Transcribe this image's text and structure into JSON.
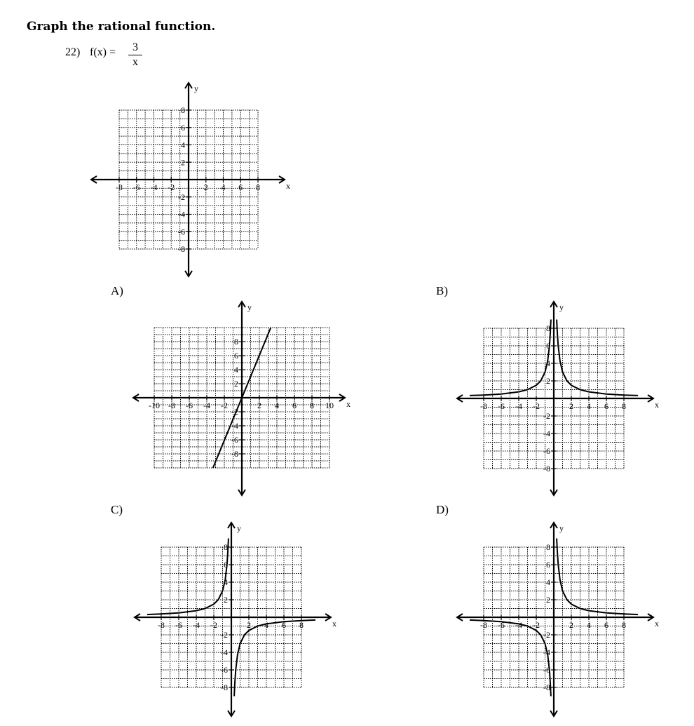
{
  "heading": "Graph the rational function.",
  "question": {
    "number": "22)",
    "function_lhs": "f(x) =",
    "numerator": "3",
    "denominator": "x"
  },
  "options": [
    {
      "label": "A)"
    },
    {
      "label": "B)"
    },
    {
      "label": "C)"
    },
    {
      "label": "D)"
    }
  ],
  "chart_data": [
    {
      "id": "blank",
      "type": "line",
      "xlabel": "x",
      "ylabel": "y",
      "xlim": [
        -8,
        8
      ],
      "ylim": [
        -8,
        8
      ],
      "grid": true,
      "x_ticks": [
        "-8",
        "-6",
        "-4",
        "-2",
        "2",
        "4",
        "6",
        "8"
      ],
      "y_ticks": [
        "8",
        "6",
        "4",
        "2",
        "-2",
        "-4",
        "-6",
        "-8"
      ],
      "series": []
    },
    {
      "id": "A",
      "type": "line",
      "xlabel": "x",
      "ylabel": "y",
      "xlim": [
        -10,
        10
      ],
      "ylim": [
        -10,
        10
      ],
      "grid": true,
      "x_ticks": [
        "-10",
        "-8",
        "-6",
        "-4",
        "-2",
        "2",
        "4",
        "6",
        "8",
        "10"
      ],
      "y_ticks": [
        "8",
        "6",
        "4",
        "2",
        "-2",
        "-4",
        "-6",
        "-8"
      ],
      "series": [
        {
          "x": [
            -3.3,
            3.3
          ],
          "y": [
            -10,
            10
          ]
        }
      ]
    },
    {
      "id": "B",
      "type": "line",
      "xlabel": "x",
      "ylabel": "y",
      "xlim": [
        -8,
        8
      ],
      "ylim": [
        -8,
        8
      ],
      "grid": true,
      "x_ticks": [
        "-8",
        "-6",
        "-4",
        "-2",
        "2",
        "4",
        "6",
        "8"
      ],
      "y_ticks": [
        "8",
        "6",
        "4",
        "2",
        "-2",
        "-4",
        "-6",
        "-8"
      ],
      "series": [
        {
          "x": [
            -9.6,
            -8,
            -6,
            -4,
            -3,
            -2,
            -1.5,
            -1,
            -0.7,
            -0.5,
            -0.4,
            -0.33
          ],
          "y": [
            0.33,
            0.38,
            0.5,
            0.75,
            1,
            1.5,
            2,
            3,
            4.3,
            6,
            7.5,
            9
          ]
        },
        {
          "x": [
            0.33,
            0.4,
            0.5,
            0.7,
            1,
            1.5,
            2,
            3,
            4,
            6,
            8,
            9.6
          ],
          "y": [
            9,
            7.5,
            6,
            4.3,
            3,
            2,
            1.5,
            1,
            0.75,
            0.5,
            0.38,
            0.33
          ]
        }
      ]
    },
    {
      "id": "C",
      "type": "line",
      "xlabel": "x",
      "ylabel": "y",
      "xlim": [
        -8,
        8
      ],
      "ylim": [
        -8,
        8
      ],
      "grid": true,
      "x_ticks": [
        "-8",
        "-6",
        "-4",
        "-2",
        "2",
        "4",
        "6",
        "8"
      ],
      "y_ticks": [
        "8",
        "6",
        "4",
        "2",
        "-2",
        "-4",
        "-6",
        "-8"
      ],
      "series": [
        {
          "x": [
            -9.6,
            -8,
            -6,
            -4,
            -3,
            -2,
            -1.5,
            -1,
            -0.7,
            -0.5,
            -0.4,
            -0.33
          ],
          "y": [
            0.31,
            0.38,
            0.5,
            0.75,
            1,
            1.5,
            2,
            3,
            4.3,
            6,
            7.5,
            9
          ]
        },
        {
          "x": [
            0.33,
            0.4,
            0.5,
            0.7,
            1,
            1.5,
            2,
            3,
            4,
            6,
            8,
            9.6
          ],
          "y": [
            -9,
            -7.5,
            -6,
            -4.3,
            -3,
            -2,
            -1.5,
            -1,
            -0.75,
            -0.5,
            -0.38,
            -0.31
          ]
        }
      ]
    },
    {
      "id": "D",
      "type": "line",
      "xlabel": "x",
      "ylabel": "y",
      "xlim": [
        -8,
        8
      ],
      "ylim": [
        -8,
        8
      ],
      "grid": true,
      "x_ticks": [
        "-8",
        "-6",
        "-4",
        "-2",
        "2",
        "4",
        "6",
        "8"
      ],
      "y_ticks": [
        "8",
        "6",
        "4",
        "2",
        "-2",
        "-4",
        "-6",
        "-8"
      ],
      "series": [
        {
          "x": [
            -9.6,
            -8,
            -6,
            -4,
            -3,
            -2,
            -1.5,
            -1,
            -0.7,
            -0.5,
            -0.4,
            -0.33
          ],
          "y": [
            -0.31,
            -0.38,
            -0.5,
            -0.75,
            -1,
            -1.5,
            -2,
            -3,
            -4.3,
            -6,
            -7.5,
            -9
          ]
        },
        {
          "x": [
            0.33,
            0.4,
            0.5,
            0.7,
            1,
            1.5,
            2,
            3,
            4,
            6,
            8,
            9.6
          ],
          "y": [
            9,
            7.5,
            6,
            4.3,
            3,
            2,
            1.5,
            1,
            0.75,
            0.5,
            0.38,
            0.31
          ]
        }
      ]
    }
  ]
}
